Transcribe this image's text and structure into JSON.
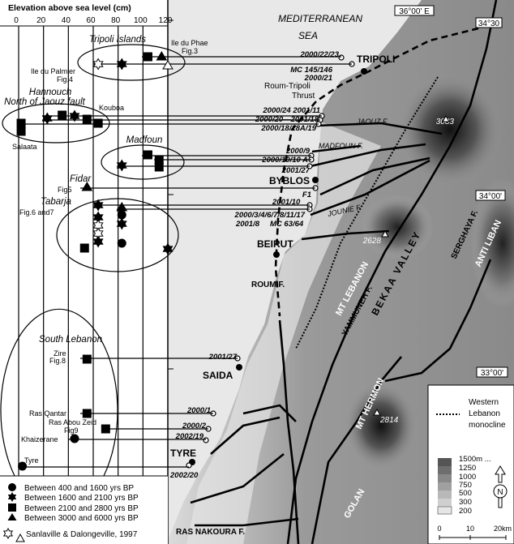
{
  "axis": {
    "title": "Elevation above sea level (cm)",
    "ticks": [
      "0",
      "20",
      "40",
      "60",
      "80",
      "100",
      "120"
    ],
    "range": [
      0,
      120
    ]
  },
  "sites": {
    "tripoli_islands": "Tripoli Islands",
    "ile_phae": "Ile du Phae",
    "fig3": "Fig.3",
    "ile_palmier": "Ile du Palmier",
    "fig4": "Fig.4",
    "hannouch": "Hannouch",
    "north_jaouz": "North of Jaouz fault",
    "kouba": "Kouboa",
    "salaata": "Salaata",
    "madfoun": "Madfoun",
    "fidar": "Fidar",
    "fig5": "Fig5",
    "tabarja": "Tabarja",
    "fig6_7": "Fig.6 and7",
    "south_lebanon": "South Lebanon",
    "zire": "Zire",
    "fig8": "Fig.8",
    "ras_qantar": "Ras Qantar",
    "ras_abou_zeid": "Ras Abou Zeid",
    "fig9": "Fig9",
    "khaizerane": "Khaizerane",
    "tyre": "Tyre"
  },
  "markers": [
    {
      "group": "tripoli",
      "elev": 64,
      "symbol": "star",
      "filled": false
    },
    {
      "group": "tripoli",
      "elev": 83,
      "symbol": "star",
      "filled": true
    },
    {
      "group": "tripoli",
      "elev": 104,
      "symbol": "square",
      "filled": true
    },
    {
      "group": "tripoli",
      "elev": 115,
      "symbol": "triangle",
      "filled": true
    },
    {
      "group": "tripoli",
      "elev": 120,
      "symbol": "triangle",
      "filled": false
    },
    {
      "group": "hannouch",
      "elev": 2,
      "symbol": "square",
      "filled": true
    },
    {
      "group": "hannouch",
      "elev": 2,
      "symbol": "square",
      "filled": true
    },
    {
      "group": "hannouch",
      "elev": 23,
      "symbol": "star",
      "filled": true
    },
    {
      "group": "hannouch",
      "elev": 35,
      "symbol": "square",
      "filled": true
    },
    {
      "group": "hannouch",
      "elev": 45,
      "symbol": "star",
      "filled": true
    },
    {
      "group": "hannouch",
      "elev": 55,
      "symbol": "square",
      "filled": true
    },
    {
      "group": "hannouch",
      "elev": 64,
      "symbol": "square",
      "filled": true
    },
    {
      "group": "madfoun",
      "elev": 104,
      "symbol": "square",
      "filled": true
    },
    {
      "group": "madfoun",
      "elev": 113,
      "symbol": "square",
      "filled": true
    },
    {
      "group": "madfoun",
      "elev": 113,
      "symbol": "square",
      "filled": true
    },
    {
      "group": "madfoun",
      "elev": 83,
      "symbol": "star",
      "filled": true
    },
    {
      "group": "fidar",
      "elev": 55,
      "symbol": "triangle",
      "filled": true
    },
    {
      "group": "tabarja",
      "elev": 64,
      "symbol": "star",
      "filled": true
    },
    {
      "group": "tabarja",
      "elev": 64,
      "symbol": "star",
      "filled": true
    },
    {
      "group": "tabarja",
      "elev": 64,
      "symbol": "star",
      "filled": false
    },
    {
      "group": "tabarja",
      "elev": 64,
      "symbol": "star",
      "filled": false
    },
    {
      "group": "tabarja",
      "elev": 64,
      "symbol": "star",
      "filled": true
    },
    {
      "group": "tabarja",
      "elev": 83,
      "symbol": "triangle",
      "filled": true
    },
    {
      "group": "tabarja",
      "elev": 83,
      "symbol": "circle",
      "filled": true
    },
    {
      "group": "tabarja",
      "elev": 83,
      "symbol": "star",
      "filled": true
    },
    {
      "group": "tabarja",
      "elev": 83,
      "symbol": "circle",
      "filled": true
    },
    {
      "group": "tabarja",
      "elev": 53,
      "symbol": "square",
      "filled": true
    },
    {
      "group": "tabarja",
      "elev": 120,
      "symbol": "star",
      "filled": true
    },
    {
      "group": "south",
      "elev": 55,
      "symbol": "square",
      "filled": true
    },
    {
      "group": "south",
      "elev": 55,
      "symbol": "square",
      "filled": true
    },
    {
      "group": "south",
      "elev": 70,
      "symbol": "square",
      "filled": true
    },
    {
      "group": "south",
      "elev": 45,
      "symbol": "circle",
      "filled": true
    },
    {
      "group": "south",
      "elev": 3,
      "symbol": "circle",
      "filled": true
    }
  ],
  "legend": {
    "circle": "Between 400 and 1600 yrs BP",
    "star": "Between 1600 and 2100 yrs BP",
    "square": "Between 2100 and 2800 yrs BP",
    "triangle": "Between 3000 and 6000 yrs BP",
    "open": "Sanlaville & Dalongeville, 1997"
  },
  "map": {
    "sea1": "MEDITERRANEAN",
    "sea2": "SEA",
    "lon": "36°00' E",
    "lat1": "34°30",
    "lat2": "34°00'",
    "lat3": "33°00'",
    "cities": {
      "tripoli": "TRIPOLI",
      "byblos": "BYBLOS",
      "beirut": "BEIRUT",
      "saida": "SAIDA",
      "tyre": "TYRE"
    },
    "samples": {
      "s1": "2000/22/23",
      "s2": "MC 145/146",
      "s3": "2000/21",
      "s4": "2000/24 2001/11",
      "s5": "2000/20—2001/18",
      "s6": "2000/18/18A/19",
      "s7": "2000/9",
      "s8": "2000/10/10 A",
      "s9": "2001/27",
      "s10": "F1",
      "s11": "2001/10",
      "s12": "2000/3/4/6/7/8/11/17",
      "s13": "2001/8",
      "s14": "MC 63/64",
      "s15": "2001/27",
      "s16": "2000/1",
      "s17": "2000/2",
      "s18": "2002/19",
      "s19": "2002/20"
    },
    "faults": {
      "thrust1": "Roum-Tripoli",
      "thrust2": "Thrust",
      "jaouz": "JAOUZ F.",
      "madfoun": "MADFOUN F.",
      "jounie": "JOUNIE F.",
      "roum": "ROUM F.",
      "yammuneh": "YAMMUNEH F.",
      "serghaya": "SERGHAYA F.",
      "nakoura": "RAS NAKOURA F."
    },
    "regions": {
      "mtlebanon": "MT LEBANON",
      "bekaa": "BEKAA VALLEY",
      "antiliban": "ANTI LIBAN",
      "hermon": "MT HERMON",
      "golan": "GOLAN"
    },
    "peaks": {
      "p1": "3083",
      "p2": "2628",
      "p3": "2814"
    },
    "key": {
      "line1": "Western",
      "line2": "Lebanon",
      "line3": "monocline",
      "elev": [
        "1500m ...",
        "1250",
        "1000",
        "750",
        "500",
        "300",
        "200"
      ],
      "north": "N",
      "scale": [
        "0",
        "10",
        "20km"
      ]
    }
  },
  "colors": {
    "sea": "#e8e8e8",
    "land_low": "#d6d6d6",
    "land_high": "#2a2a2a"
  }
}
